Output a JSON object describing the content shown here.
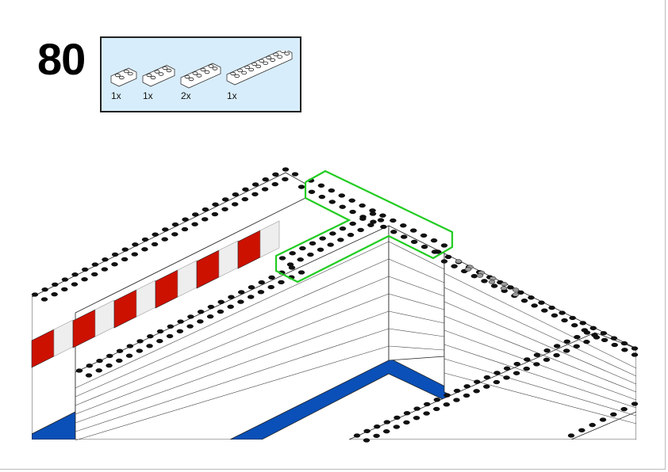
{
  "step": {
    "number": "80"
  },
  "parts_list": {
    "items": [
      {
        "name": "brick-2x2",
        "quantity": "1x",
        "studs": 2
      },
      {
        "name": "brick-2x3",
        "quantity": "1x",
        "studs": 3
      },
      {
        "name": "brick-2x4",
        "quantity": "2x",
        "studs": 4
      },
      {
        "name": "brick-2x8",
        "quantity": "1x",
        "studs": 8
      }
    ]
  },
  "colors": {
    "highlight": "#22cc22",
    "floor": "#0a50b8",
    "window": "#cc1100",
    "box": "#d8edfb"
  }
}
